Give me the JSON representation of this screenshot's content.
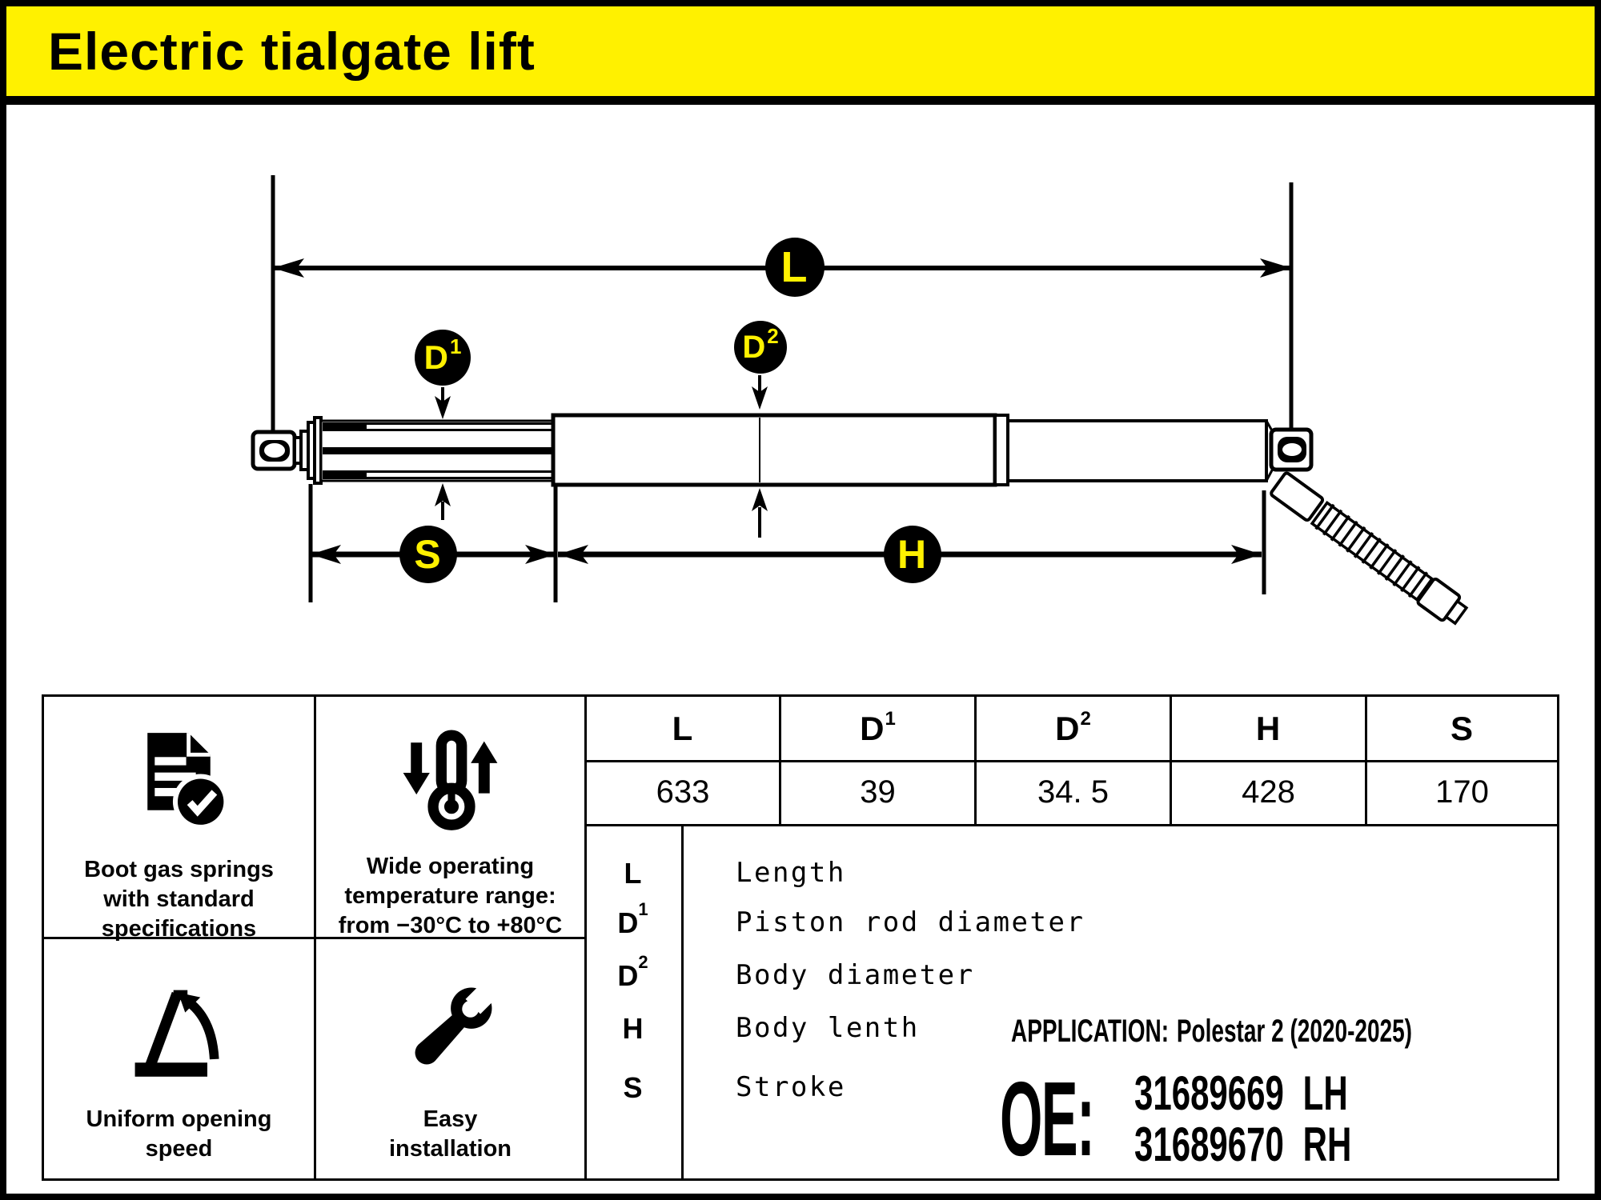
{
  "title": "Electric tialgate lift",
  "colors": {
    "accent_yellow": "#FFF100",
    "ink": "#000000",
    "background": "#FFFFFF"
  },
  "diagram": {
    "badges": {
      "L": {
        "base": "L",
        "sup": ""
      },
      "D1": {
        "base": "D",
        "sup": "1"
      },
      "D2": {
        "base": "D",
        "sup": "2"
      },
      "S": {
        "base": "S",
        "sup": ""
      },
      "H": {
        "base": "H",
        "sup": ""
      }
    }
  },
  "spec_table": {
    "headers": [
      {
        "base": "L",
        "sup": ""
      },
      {
        "base": "D",
        "sup": "1"
      },
      {
        "base": "D",
        "sup": "2"
      },
      {
        "base": "H",
        "sup": ""
      },
      {
        "base": "S",
        "sup": ""
      }
    ],
    "values": [
      "633",
      "39",
      "34. 5",
      "428",
      "170"
    ]
  },
  "legend": {
    "rows": [
      {
        "base": "L",
        "sup": "",
        "description": "Length"
      },
      {
        "base": "D",
        "sup": "1",
        "description": "Piston rod diameter"
      },
      {
        "base": "D",
        "sup": "2",
        "description": "Body diameter"
      },
      {
        "base": "H",
        "sup": "",
        "description": "Body lenth"
      },
      {
        "base": "S",
        "sup": "",
        "description": "Stroke"
      }
    ]
  },
  "features": [
    {
      "icon": "document-check-icon",
      "caption": "Boot gas springs\nwith standard\nspecifications"
    },
    {
      "icon": "thermometer-range-icon",
      "caption": "Wide operating\ntemperature range:\nfrom −30°C to +80°C"
    },
    {
      "icon": "opening-angle-icon",
      "caption": "Uniform opening\nspeed"
    },
    {
      "icon": "wrench-icon",
      "caption": "Easy\ninstallation"
    }
  ],
  "application": {
    "label": "APPLICATION:",
    "value": "Polestar 2  (2020-2025)"
  },
  "oe": {
    "label": "OE:",
    "entries": [
      {
        "number": "31689669",
        "side": "LH"
      },
      {
        "number": "31689670",
        "side": "RH"
      }
    ]
  }
}
